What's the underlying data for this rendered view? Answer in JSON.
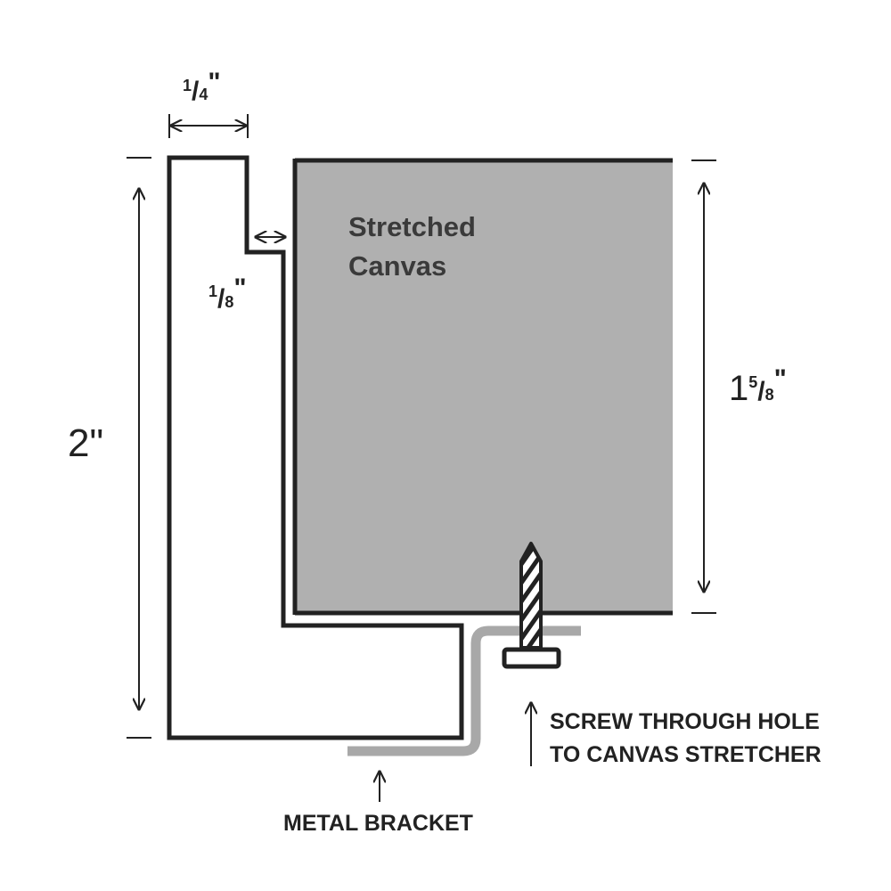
{
  "dimensions": {
    "top_width": {
      "whole": "",
      "numerator": "1",
      "denominator": "4",
      "unit": "\""
    },
    "gap": {
      "whole": "",
      "numerator": "1",
      "denominator": "8",
      "unit": "\""
    },
    "frame_depth": {
      "whole": "2",
      "unit": "\""
    },
    "canvas_depth": {
      "whole": "1",
      "numerator": "5",
      "denominator": "8",
      "unit": "\""
    }
  },
  "canvas": {
    "line1": "Stretched",
    "line2": "Canvas",
    "fill_color": "#b0b0b0"
  },
  "callouts": {
    "screw_line1": "SCREW THROUGH HOLE",
    "screw_line2": "TO CANVAS STRETCHER",
    "bracket": "METAL BRACKET"
  },
  "colors": {
    "outline": "#222222",
    "bracket": "#a8a8a8"
  }
}
